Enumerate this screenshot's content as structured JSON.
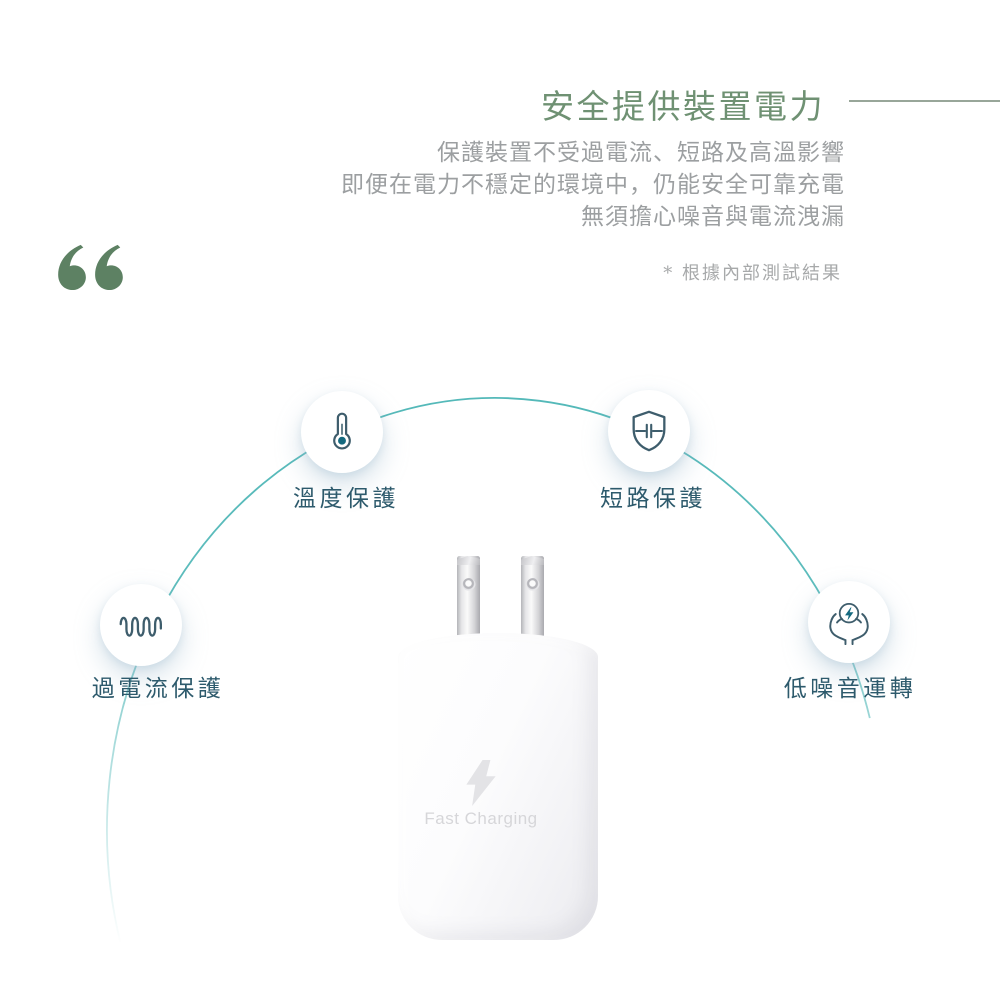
{
  "header": {
    "title": "安全提供裝置電力",
    "description_lines": [
      "保護裝置不受過電流、短路及高溫影響",
      "即便在電力不穩定的環境中，仍能安全可靠充電",
      "無須擔心噪音與電流洩漏"
    ],
    "footnote": "* 根據內部測試結果",
    "quote_mark": "“"
  },
  "features": [
    {
      "id": "temperature-protection",
      "label": "溫度保護",
      "icon": "thermometer-icon"
    },
    {
      "id": "short-circuit-protection",
      "label": "短路保護",
      "icon": "shield-capacitor-icon"
    },
    {
      "id": "overcurrent-protection",
      "label": "過電流保護",
      "icon": "inductor-coil-icon"
    },
    {
      "id": "low-noise-operation",
      "label": "低噪音運轉",
      "icon": "hands-holding-energy-icon"
    }
  ],
  "product": {
    "badge_text": "Fast Charging"
  },
  "colors": {
    "title_green": "#6f9173",
    "quote_green": "#5d8163",
    "paragraph_gray": "#9c9fa1",
    "footnote_gray": "#a7a9aa",
    "rule_gray": "#98a699",
    "arc_teal": "#4bb5b5",
    "feature_label_teal": "#2d5a6c",
    "icon_stroke": "#3e5d6c",
    "icon_accent": "#14697f",
    "charger_text_gray": "#d6d6d9"
  }
}
